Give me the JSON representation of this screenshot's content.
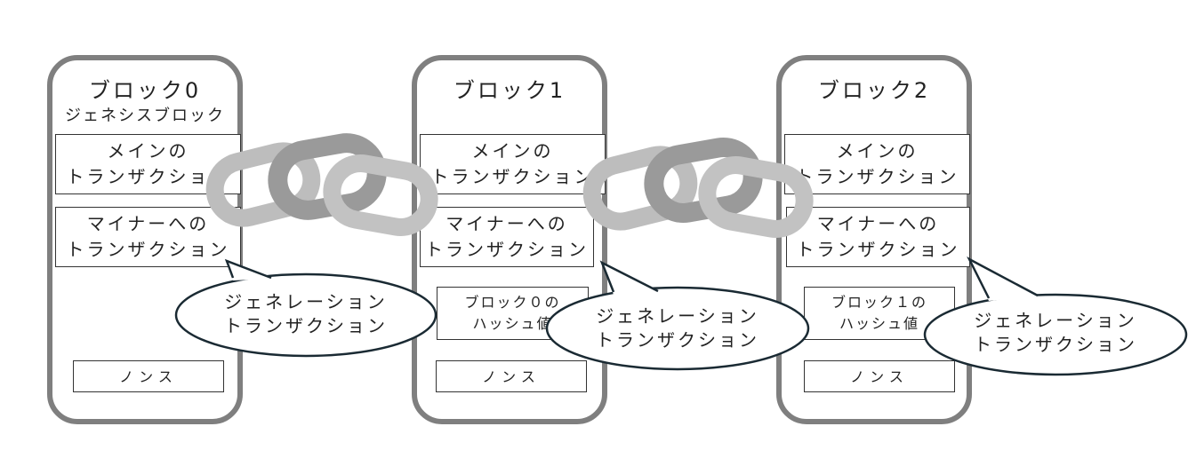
{
  "blocks": [
    {
      "title": "ブロック0",
      "subtitle": "ジェネシスブロック",
      "main_tx": [
        "メインの",
        "トランザクション"
      ],
      "miner_tx": [
        "マイナーへの",
        "トランザクション"
      ],
      "prev_hash": null,
      "nonce": "ノンス"
    },
    {
      "title": "ブロック1",
      "subtitle": "",
      "main_tx": [
        "メインの",
        "トランザクション"
      ],
      "miner_tx": [
        "マイナーへの",
        "トランザクション"
      ],
      "prev_hash": [
        "ブロック０の",
        "ハッシュ値"
      ],
      "nonce": "ノンス"
    },
    {
      "title": "ブロック2",
      "subtitle": "",
      "main_tx": [
        "メインの",
        "トランザクション"
      ],
      "miner_tx": [
        "マイナーへの",
        "トランザクション"
      ],
      "prev_hash": [
        "ブロック１の",
        "ハッシュ値"
      ],
      "nonce": "ノンス"
    }
  ],
  "callouts": [
    [
      "ジェネレーション",
      "トランザクション"
    ],
    [
      "ジェネレーション",
      "トランザクション"
    ],
    [
      "ジェネレーション",
      "トランザクション"
    ]
  ],
  "colors": {
    "block_border": "#7f7f7f",
    "chain_light": "#bdbdbd",
    "chain_dark": "#9a9a9a",
    "callout_border": "#1a2a33"
  },
  "icons": [
    "chain-link-icon"
  ]
}
